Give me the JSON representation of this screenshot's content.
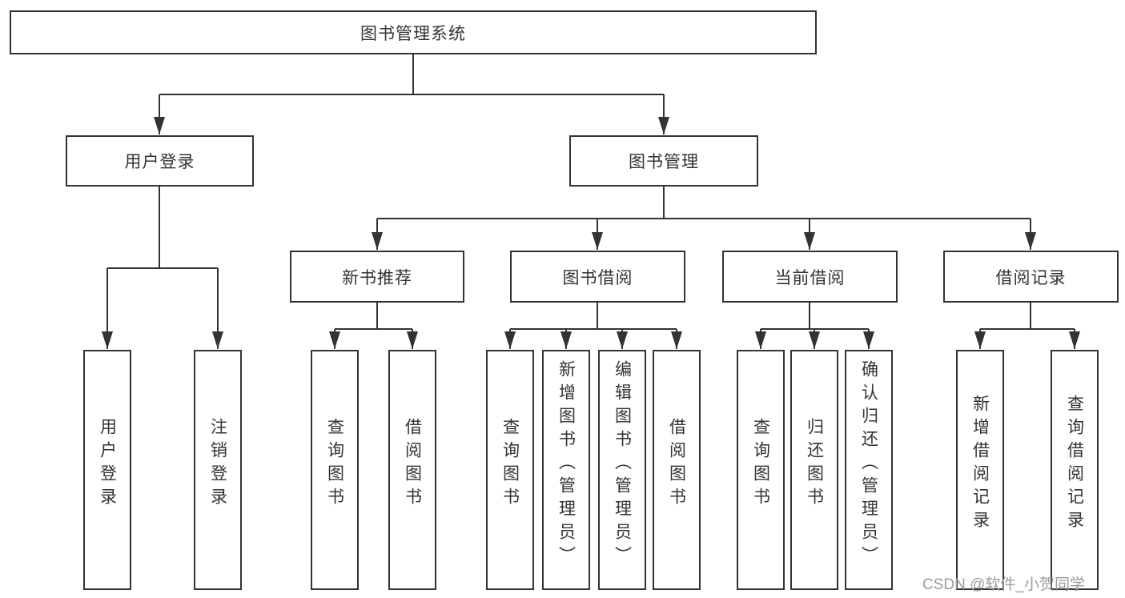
{
  "colors": {
    "background": "#ffffff",
    "line": "#333333",
    "box_border": "#333333",
    "text": "#333333",
    "watermark": "#9b9b9b"
  },
  "tree": {
    "root": {
      "label": "图书管理系统",
      "children": [
        {
          "label": "用户登录",
          "children": [
            {
              "label": "用户登录"
            },
            {
              "label": "注销登录"
            }
          ]
        },
        {
          "label": "图书管理",
          "children": [
            {
              "label": "新书推荐",
              "children": [
                {
                  "label": "查询图书"
                },
                {
                  "label": "借阅图书"
                }
              ]
            },
            {
              "label": "图书借阅",
              "children": [
                {
                  "label": "查询图书"
                },
                {
                  "label": "新增图书（管理员）"
                },
                {
                  "label": "编辑图书（管理员）"
                },
                {
                  "label": "借阅图书"
                }
              ]
            },
            {
              "label": "当前借阅",
              "children": [
                {
                  "label": "查询图书"
                },
                {
                  "label": "归还图书"
                },
                {
                  "label": "确认归还（管理员）"
                }
              ]
            },
            {
              "label": "借阅记录",
              "children": [
                {
                  "label": "新增借阅记录"
                },
                {
                  "label": "查询借阅记录"
                }
              ]
            }
          ]
        }
      ]
    }
  },
  "watermark": {
    "text": "CSDN @软件_小贺同学"
  }
}
